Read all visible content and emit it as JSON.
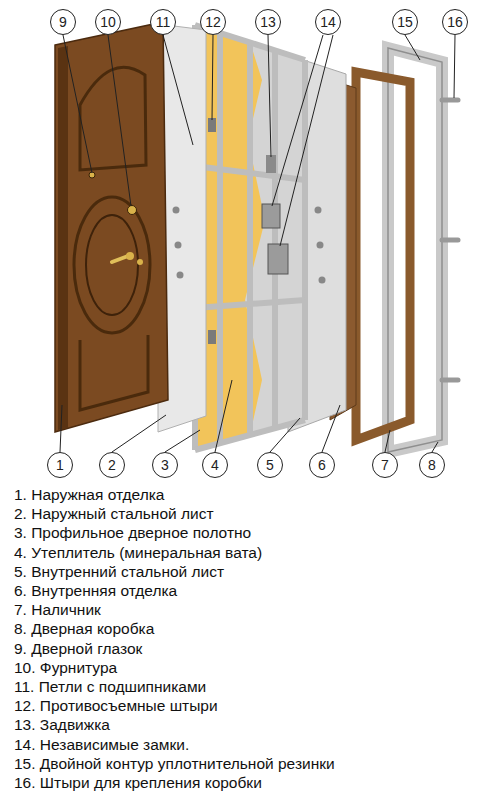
{
  "diagram": {
    "nodes": [
      {
        "text": [
          "9"
        ]
      },
      {
        "text": [
          "10"
        ]
      },
      {
        "text": [
          "11"
        ]
      },
      {
        "text": [
          "12"
        ]
      },
      {
        "text": [
          "13"
        ]
      },
      {
        "text": [
          "14"
        ]
      },
      {
        "text": [
          "15"
        ]
      },
      {
        "text": [
          "16"
        ]
      },
      {
        "text": [
          "1"
        ]
      },
      {
        "text": [
          "2"
        ]
      },
      {
        "text": [
          "3"
        ]
      },
      {
        "text": [
          "4"
        ]
      },
      {
        "text": [
          "5"
        ]
      },
      {
        "text": [
          "6"
        ]
      },
      {
        "text": [
          "7"
        ]
      },
      {
        "text": [
          "8"
        ]
      }
    ],
    "labels": [
      "1. Наружная отделка",
      "2. Наружный стальной лист",
      "3. Профильное дверное полотно",
      "4. Утеплитель (минеральная вата)",
      "5. Внутренний стальной лист",
      "6. Внутренняя отделка",
      "7. Наличник",
      "8. Дверная коробка",
      "9. Дверной глазок",
      "10. Фурнитура",
      "11. Петли с подшипниками",
      "12. Противосъемные штыри",
      "13. Задвижка",
      "14. Независимые замки.",
      "15. Двойной контур уплотнительной резинки",
      "16. Штыри для крепления коробки"
    ]
  }
}
